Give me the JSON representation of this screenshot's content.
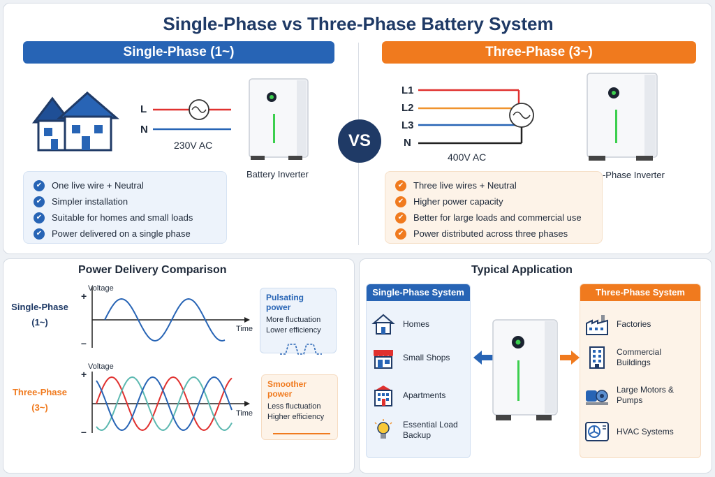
{
  "title": "Single-Phase vs Three-Phase Battery System",
  "single": {
    "banner": "Single-Phase (1~)",
    "wire_l": "L",
    "wire_n": "N",
    "voltage": "230V AC",
    "device": "Battery Inverter",
    "features": [
      "One live wire + Neutral",
      "Simpler installation",
      "Suitable for homes and small loads",
      "Power delivered on a single phase"
    ]
  },
  "vs": "VS",
  "three": {
    "banner": "Three-Phase (3~)",
    "wire_l1": "L1",
    "wire_l2": "L2",
    "wire_l3": "L3",
    "wire_n": "N",
    "voltage": "400V AC",
    "device": "Three-Phase Inverter",
    "features": [
      "Three live wires + Neutral",
      "Higher power capacity",
      "Better for large loads and commercial use",
      "Power distributed across three phases"
    ]
  },
  "power": {
    "title": "Power Delivery Comparison",
    "single_label": "Single-Phase",
    "single_sub": "(1~)",
    "three_label": "Three-Phase",
    "three_sub": "(3~)",
    "voltage_axis": "Voltage",
    "time_axis": "Time",
    "plus": "+",
    "minus": "–",
    "pulse_title": "Pulsating power",
    "pulse_line1": "More fluctuation",
    "pulse_line2": "Lower efficiency",
    "smooth_title": "Smoother power",
    "smooth_line1": "Less fluctuation",
    "smooth_line2": "Higher efficiency"
  },
  "application": {
    "title": "Typical Application",
    "single_head": "Single-Phase System",
    "single_items": [
      "Homes",
      "Small Shops",
      "Apartments",
      "Essential Load Backup"
    ],
    "three_head": "Three-Phase System",
    "three_items": [
      "Factories",
      "Commercial Buildings",
      "Large Motors & Pumps",
      "HVAC Systems"
    ]
  },
  "colors": {
    "blue": "#2764b5",
    "orange": "#f07a1e",
    "navy": "#1f3a66",
    "red_wire": "#e0312f",
    "green_led": "#3ccf4e",
    "phase_teal": "#5bb8b0"
  }
}
